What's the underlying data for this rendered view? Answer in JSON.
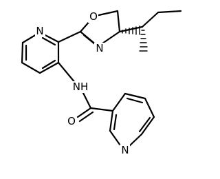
{
  "atoms": {
    "o_oxazoline": "O",
    "n_oxazoline": "N",
    "n_pyridine_upper": "N",
    "nh_amide": "NH",
    "o_carbonyl": "O",
    "n_pyridine_lower": "N"
  },
  "colors": {
    "bond": "#000000",
    "label": "#000000",
    "background": "#ffffff"
  }
}
